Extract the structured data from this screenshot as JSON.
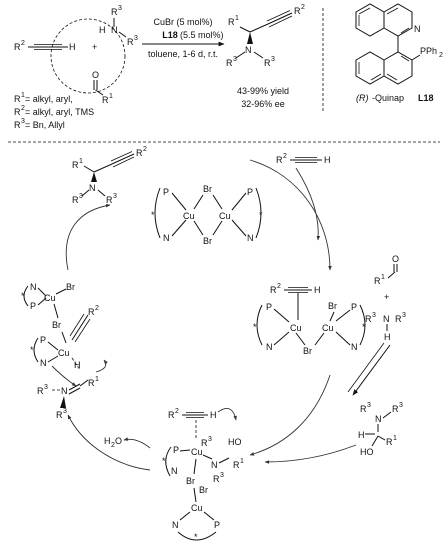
{
  "top": {
    "alkyne_r": "R",
    "alkyne_r_sup": "2",
    "alkyne_h": "H",
    "plus": "+",
    "amine_r3": "R",
    "amine_r3_sup": "3",
    "amine_h": "H",
    "amine_n": "N",
    "amine_r3b": "R",
    "amine_r3b_sup": "3",
    "aldehyde_o": "O",
    "aldehyde_r1": "R",
    "aldehyde_r1_sup": "1",
    "cat_line1": "CuBr (5 mol%)",
    "cat_line2_bold": "L18",
    "cat_line2_rest": " (5.5 mol%)",
    "conditions": "toluene, 1-6 d, r.t.",
    "yield": "43-99% yield",
    "ee": "32-96% ee",
    "ligand_name_italic": "(R)",
    "ligand_name_rest": "-Quinap ",
    "ligand_label_bold": "L18",
    "ligand_n": "N",
    "ligand_pph2": "PPh",
    "ligand_pph2_sub": "2",
    "defs": [
      {
        "r": "R",
        "sup": "1",
        "text": " = alkyl, aryl,"
      },
      {
        "r": "R",
        "sup": "2",
        "text": " = alkyl, aryl, TMS"
      },
      {
        "r": "R",
        "sup": "3",
        "text": " = Bn, Allyl"
      }
    ]
  },
  "cycle": {
    "P": "P",
    "N": "N",
    "Cu": "Cu",
    "Br": "Br",
    "star": "*",
    "H": "H",
    "R": "R",
    "sup1": "1",
    "sup2": "2",
    "sup3": "3",
    "HO": "HO",
    "H2O": "H",
    "H2O_sub": "2",
    "H2O_O": "O",
    "O": "O",
    "plus": "+"
  }
}
